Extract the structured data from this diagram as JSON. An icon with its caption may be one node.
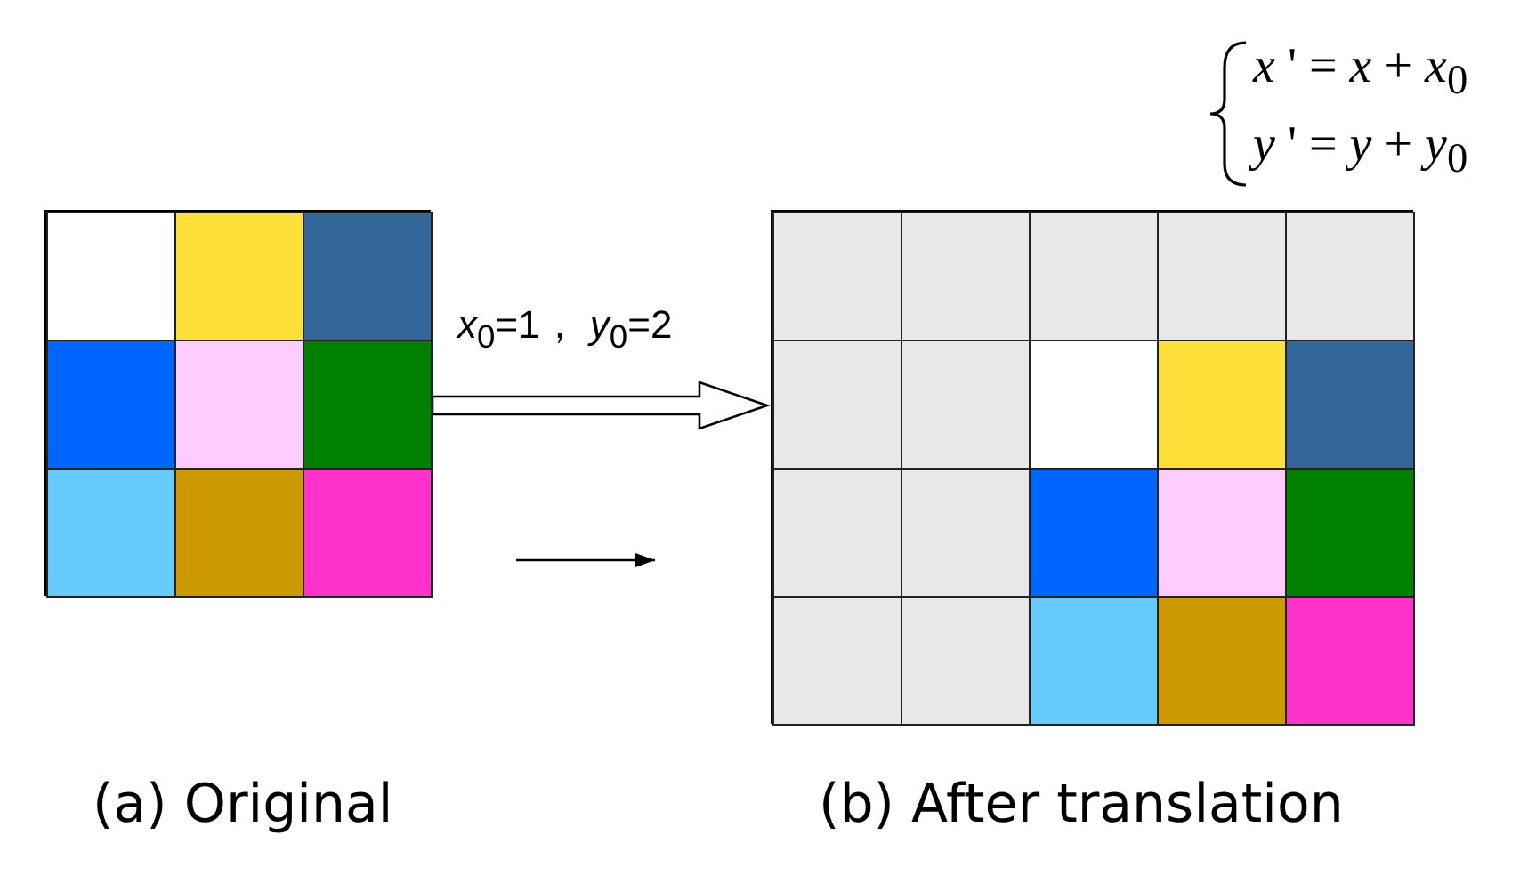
{
  "diagram": {
    "nodes": [
      {
        "text": [],
        "shape": "grid",
        "beside": [
          "(a) Original"
        ]
      },
      {
        "text": [],
        "shape": "grid",
        "beside": [
          "(b) After translation"
        ]
      }
    ],
    "edges": [
      {
        "from": 0,
        "to": 1,
        "arrow": "to",
        "label": "*x*$_{0}$=1， *y*$_{0}$=2"
      }
    ],
    "labels": [
      "*x* ' = *x* + *x*$_{0}$",
      "*y* ' = *y* + *y*$_{0}$"
    ]
  }
}
